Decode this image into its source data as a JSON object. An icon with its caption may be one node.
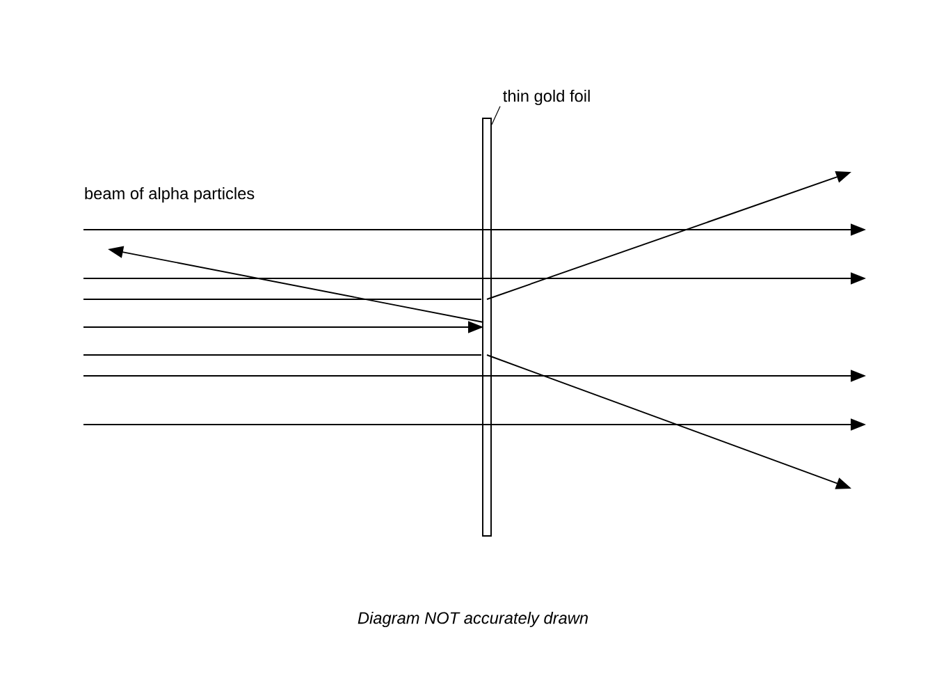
{
  "diagram": {
    "caption": "Diagram NOT accurately drawn",
    "nodes": [
      {
        "text": [
          "thin gold foil"
        ]
      },
      {
        "text": [],
        "shape": "bar"
      }
    ],
    "edges": [
      {
        "from": 0,
        "to": 1,
        "arrow": "none"
      }
    ],
    "labels": [
      "beam of alpha particles"
    ]
  }
}
